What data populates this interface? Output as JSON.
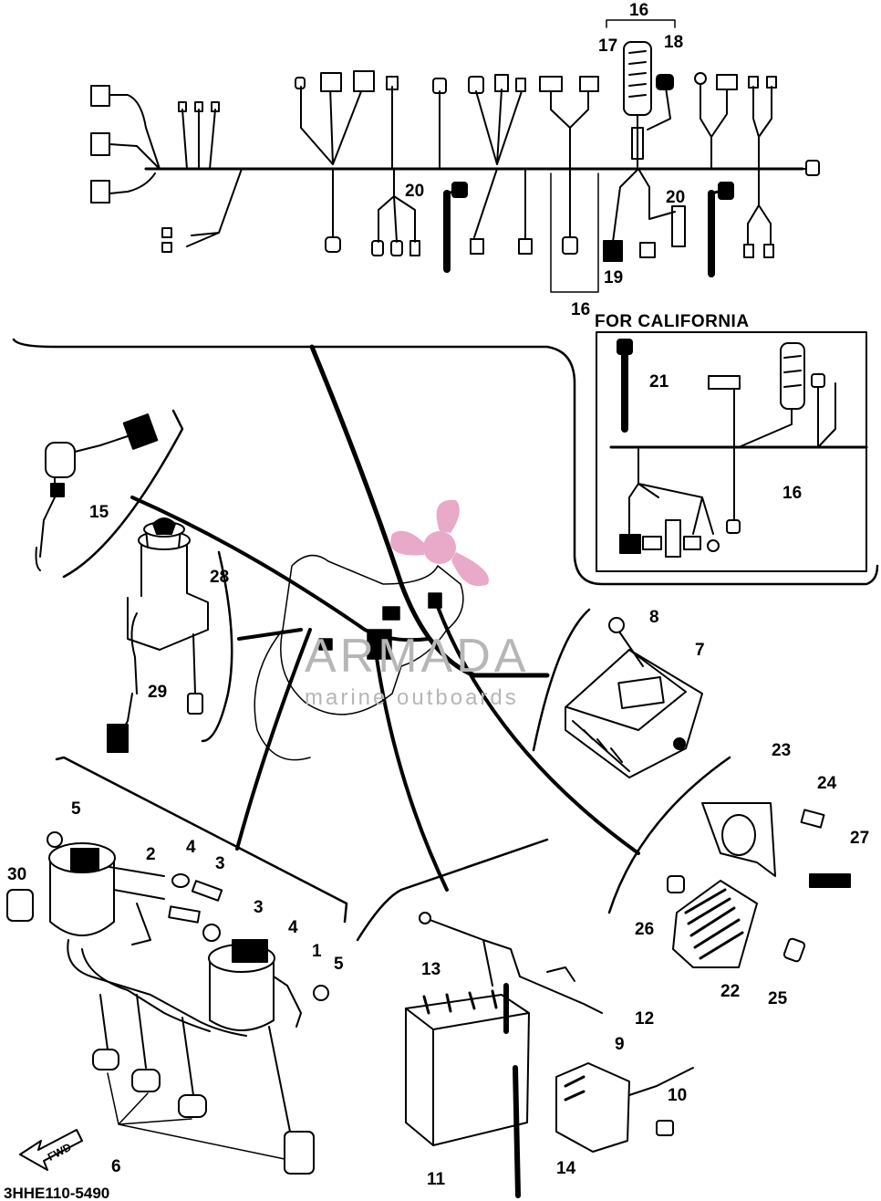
{
  "diagram": {
    "part_code": "3HHE110-5490",
    "inset_title": "FOR CALIFORNIA",
    "fwd_label": "FWD",
    "callouts": [
      {
        "id": "c1",
        "label": "1"
      },
      {
        "id": "c2",
        "label": "2"
      },
      {
        "id": "c3a",
        "label": "3"
      },
      {
        "id": "c3b",
        "label": "3"
      },
      {
        "id": "c4a",
        "label": "4"
      },
      {
        "id": "c4b",
        "label": "4"
      },
      {
        "id": "c5a",
        "label": "5"
      },
      {
        "id": "c5b",
        "label": "5"
      },
      {
        "id": "c6",
        "label": "6"
      },
      {
        "id": "c7",
        "label": "7"
      },
      {
        "id": "c8",
        "label": "8"
      },
      {
        "id": "c9",
        "label": "9"
      },
      {
        "id": "c10",
        "label": "10"
      },
      {
        "id": "c11",
        "label": "11"
      },
      {
        "id": "c12",
        "label": "12"
      },
      {
        "id": "c13",
        "label": "13"
      },
      {
        "id": "c14",
        "label": "14"
      },
      {
        "id": "c15",
        "label": "15"
      },
      {
        "id": "c16a",
        "label": "16"
      },
      {
        "id": "c16b",
        "label": "16"
      },
      {
        "id": "c16c",
        "label": "16"
      },
      {
        "id": "c17",
        "label": "17"
      },
      {
        "id": "c18",
        "label": "18"
      },
      {
        "id": "c19",
        "label": "19"
      },
      {
        "id": "c20a",
        "label": "20"
      },
      {
        "id": "c20b",
        "label": "20"
      },
      {
        "id": "c21",
        "label": "21"
      },
      {
        "id": "c22",
        "label": "22"
      },
      {
        "id": "c23",
        "label": "23"
      },
      {
        "id": "c24",
        "label": "24"
      },
      {
        "id": "c25",
        "label": "25"
      },
      {
        "id": "c26",
        "label": "26"
      },
      {
        "id": "c27",
        "label": "27"
      },
      {
        "id": "c28",
        "label": "28"
      },
      {
        "id": "c29",
        "label": "29"
      },
      {
        "id": "c30",
        "label": "30"
      }
    ]
  },
  "watermark": {
    "brand": "ARMADA",
    "tagline": "marine outboards",
    "color": "#e9a9c8"
  }
}
